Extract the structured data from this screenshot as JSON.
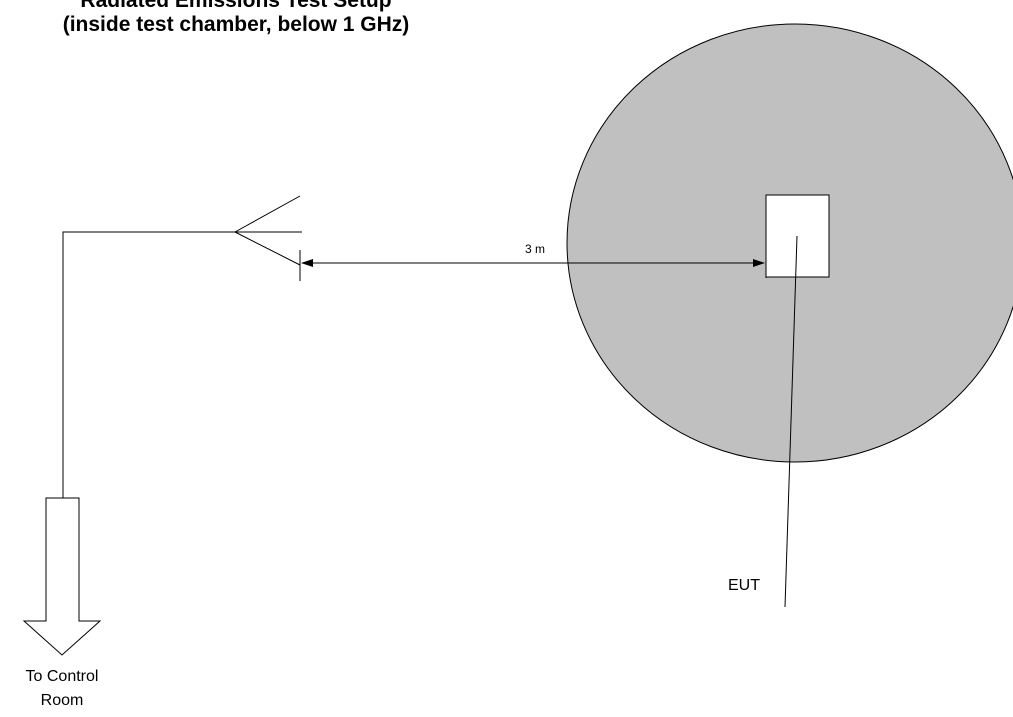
{
  "title": {
    "line1": "Radiated Emissions Test Setup",
    "line2": "(inside test chamber, below 1 GHz)"
  },
  "distance_label": "3 m",
  "eut_label": "EUT",
  "control_room_label": {
    "line1": "To Control",
    "line2": "Room"
  },
  "colors": {
    "turntable_fill": "#c0c0c0",
    "line": "#000000",
    "background": "#ffffff"
  }
}
